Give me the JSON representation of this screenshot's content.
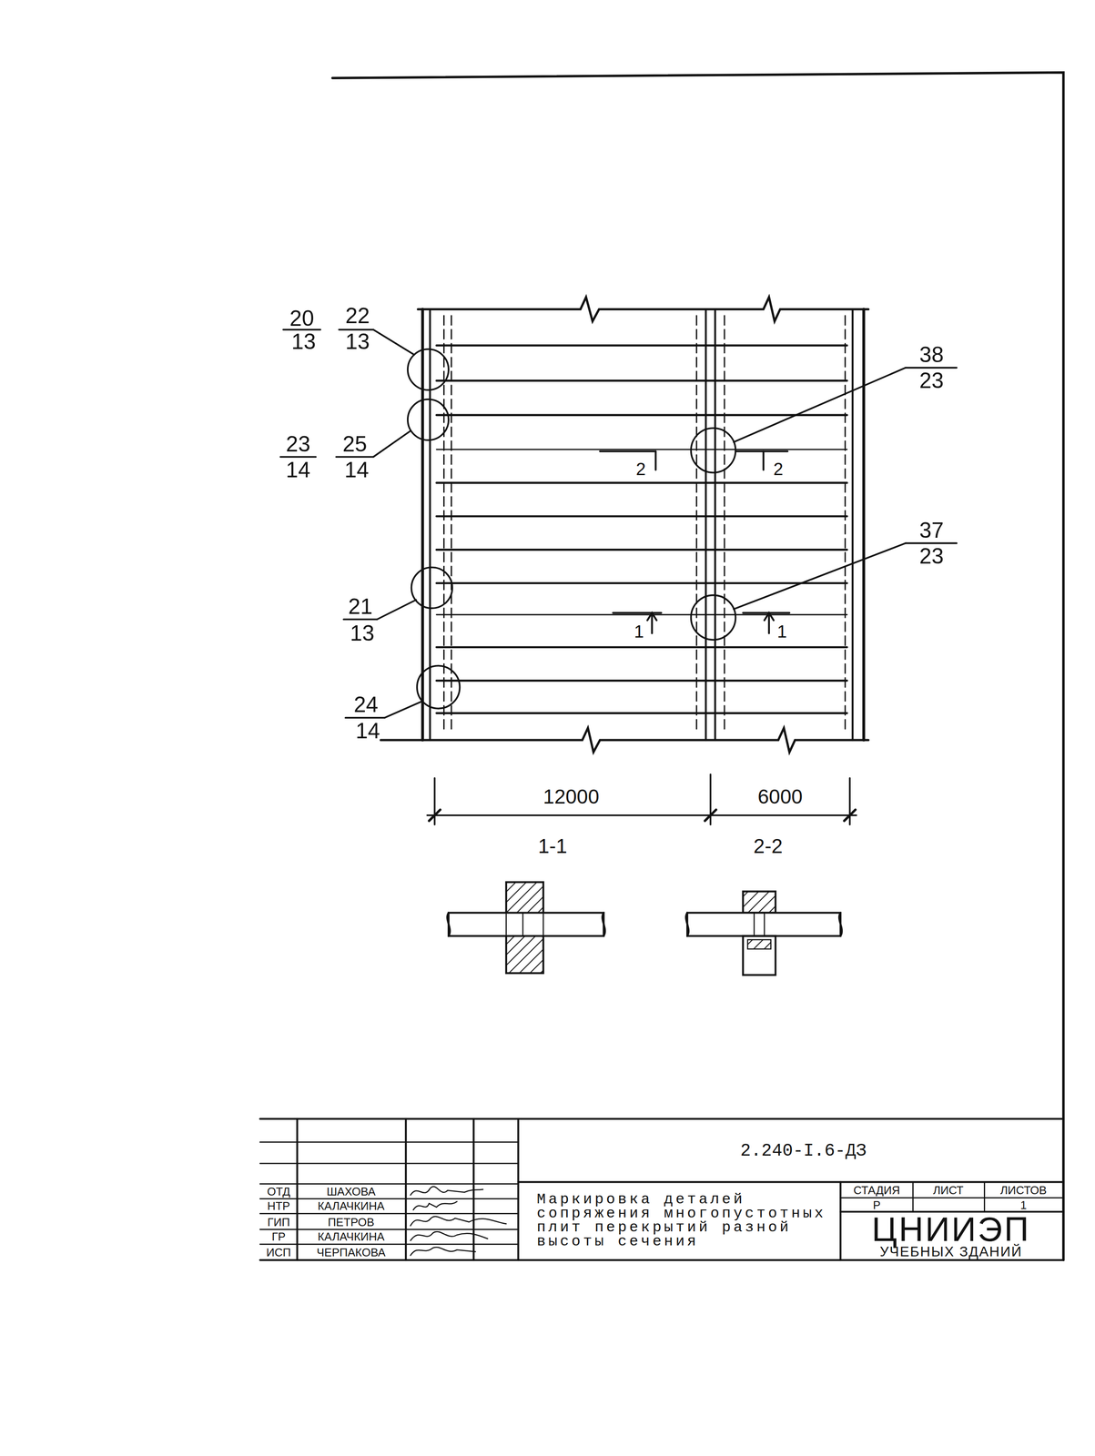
{
  "diagram": {
    "title": "Маркировка деталей сопряжения многопустотных плит перекрытий разной высоты сечения",
    "labels": [
      "20",
      "13",
      "22",
      "13",
      "23",
      "14",
      "25",
      "14",
      "21",
      "13",
      "24",
      "14",
      "38",
      "23",
      "37",
      "23",
      "2",
      "2",
      "1",
      "1",
      "12000",
      "6000",
      "1-1",
      "2-2",
      "2.240-I.6-ДЗ",
      "ОТД",
      "ШАХОВА",
      "НТР",
      "КАЛАЧКИНА",
      "ГИП",
      "ПЕТРОВ",
      "ГР",
      "КАЛАЧКИНА",
      "ИСП",
      "ЧЕРПАКОВА",
      "СТАДИЯ",
      "ЛИСТ",
      "ЛИСТОВ",
      "Р",
      "1",
      "ЦНИИЭП",
      "УЧЕБНЫХ ЗДАНИЙ"
    ]
  }
}
